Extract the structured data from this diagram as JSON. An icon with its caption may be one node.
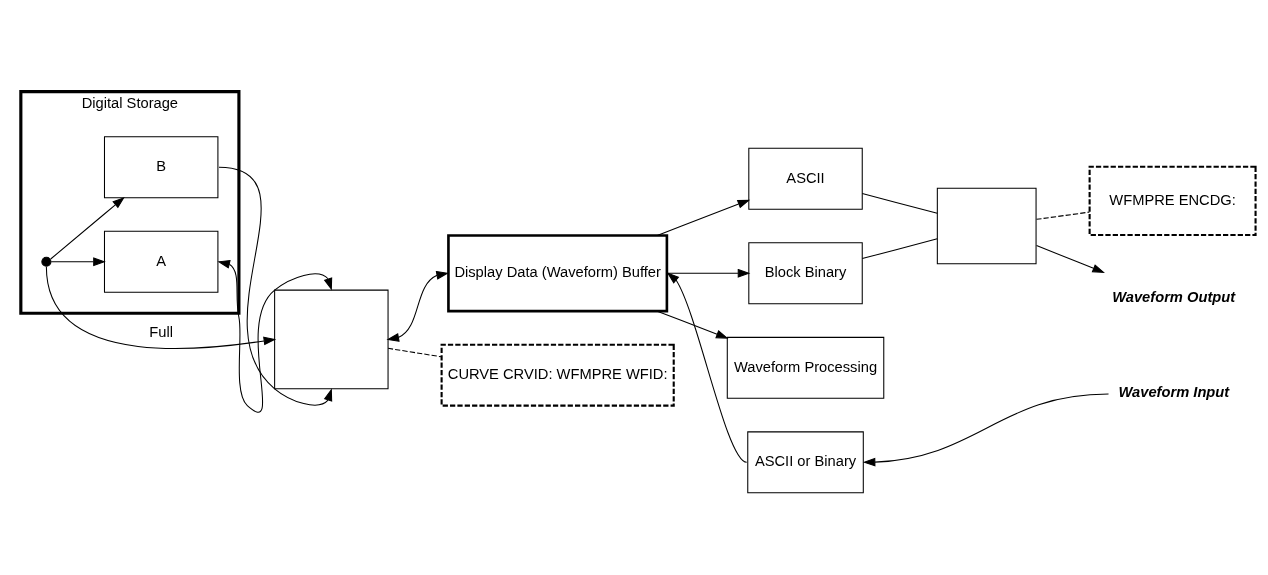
{
  "diagram": {
    "nodes": [
      {
        "text": [
          "Digital Storage"
        ]
      },
      {
        "text": [
          "A"
        ],
        "in": 0
      },
      {
        "text": [
          "B"
        ],
        "in": 0
      },
      {
        "text": [],
        "shape": "circle",
        "in": 0
      },
      {
        "text": [],
        "shape": "box"
      },
      {
        "text": [
          "Display Data (Waveform) Buffer"
        ]
      },
      {
        "text": [
          "Waveform Processing"
        ]
      },
      {
        "text": [
          "ASCII or Binary"
        ]
      },
      {
        "text": [
          "ASCII"
        ]
      },
      {
        "text": [
          "Block Binary"
        ]
      },
      {
        "text": [
          "Waveform Input"
        ]
      },
      {
        "text": [],
        "shape": "box"
      },
      {
        "text": [
          "Waveform Output"
        ]
      },
      {
        "text": [
          "CURVE CRVID: WFMPRE WFID:"
        ]
      },
      {
        "text": [
          "WFMPRE ENCDG:"
        ]
      }
    ],
    "edges": [
      {
        "from": 3,
        "to": 1,
        "arrow": "to"
      },
      {
        "from": 3,
        "to": 2,
        "arrow": "to"
      },
      {
        "from": 3,
        "to": 4,
        "arrow": "to",
        "label": "Full"
      },
      {
        "from": 4,
        "to": 1,
        "arrow": "both"
      },
      {
        "from": 2,
        "to": 4,
        "arrow": "to"
      },
      {
        "from": 4,
        "to": 5,
        "arrow": "both"
      },
      {
        "from": 5,
        "to": 6,
        "arrow": "to"
      },
      {
        "from": 7,
        "to": 5,
        "arrow": "to"
      },
      {
        "from": 5,
        "to": 8,
        "arrow": "to"
      },
      {
        "from": 5,
        "to": 9,
        "arrow": "to"
      },
      {
        "from": 10,
        "to": 7,
        "arrow": "to"
      },
      {
        "from": 8,
        "to": 11,
        "arrow": "none"
      },
      {
        "from": 9,
        "to": 11,
        "arrow": "none"
      },
      {
        "from": 11,
        "to": 12,
        "arrow": "to"
      },
      {
        "from": 4,
        "to": 13,
        "arrow": "none",
        "style": "dashed"
      },
      {
        "from": 11,
        "to": 14,
        "arrow": "none",
        "style": "dashed"
      }
    ]
  }
}
